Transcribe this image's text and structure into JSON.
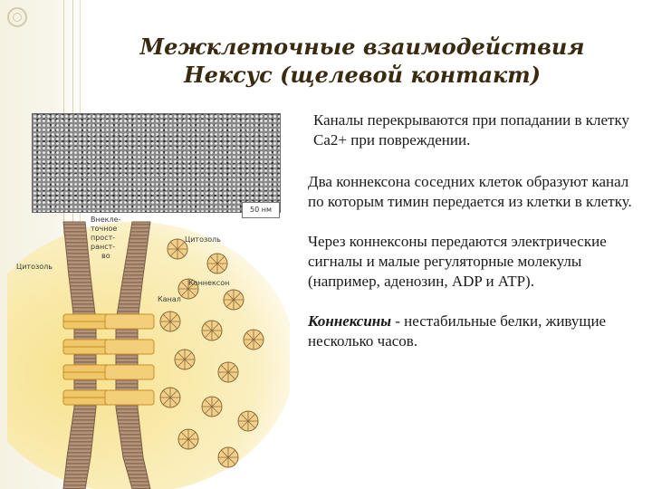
{
  "slide": {
    "title_line1": "Межклеточные взаимодействия",
    "title_line2": "Нексус (щелевой контакт)"
  },
  "figure": {
    "scale_bar": "50 нм",
    "labels": {
      "extracellular_space": [
        "Внекле-",
        "точное",
        "прост-",
        "ранст-",
        "во"
      ],
      "cytosol_left": "Цитозоль",
      "cytosol_right": "Цитозоль",
      "connexon": "Коннексон",
      "channel": "Канал"
    }
  },
  "paragraphs": {
    "p1": "Каналы перекрываются при попадании в клетку Са2+ при повреждении.",
    "p2": "Два коннексона соседних клеток образуют канал по которым тимин передается из клетки в клетку.",
    "p3": "Через коннексоны передаются электрические сигналы и малые регуляторные молекулы (например, аденозин, ADP и ATP).",
    "p4_term": "Коннексины",
    "p4_rest": " - нестабильные белки, живущие несколько часов."
  },
  "colors": {
    "membrane": "#b3947a",
    "membrane_stripe": "#8e6f58",
    "connexon": "#f0c868",
    "background_tint": "#f7eaa8",
    "title": "#3a2a10"
  }
}
